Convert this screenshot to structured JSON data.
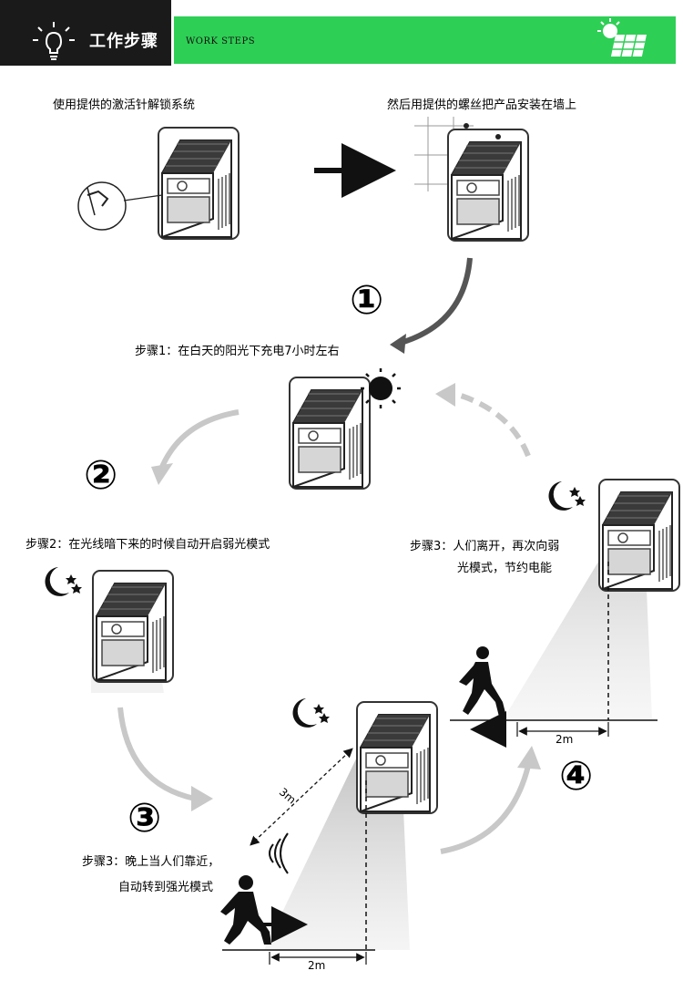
{
  "header": {
    "title": "工作步骤",
    "subtitle": "WORK STEPS",
    "icon_left": "lightbulb-icon",
    "icon_right": "solar-panel-icon",
    "colors": {
      "dark": "#1a1a1a",
      "green": "#2ecf55"
    }
  },
  "captions": {
    "top_left": "使用提供的激活针解锁系统",
    "top_right": "然后用提供的螺丝把产品安装在墙上",
    "step1": "步骤1：在白天的阳光下充电7小时左右",
    "step2": "步骤2：在光线暗下来的时候自动开启弱光模式",
    "step3_far_line1": "步骤3：人们离开，再次向弱",
    "step3_far_line2": "光模式，节约电能",
    "step3_near_line1": "步骤3：晚上当人们靠近，",
    "step3_near_line2": "自动转到强光模式"
  },
  "numbers": {
    "n1": "①",
    "n2": "②",
    "n3": "③",
    "n4": "④"
  },
  "measures": {
    "right_distance": "2m",
    "bottom_distance": "2m",
    "diagonal": "3m"
  }
}
